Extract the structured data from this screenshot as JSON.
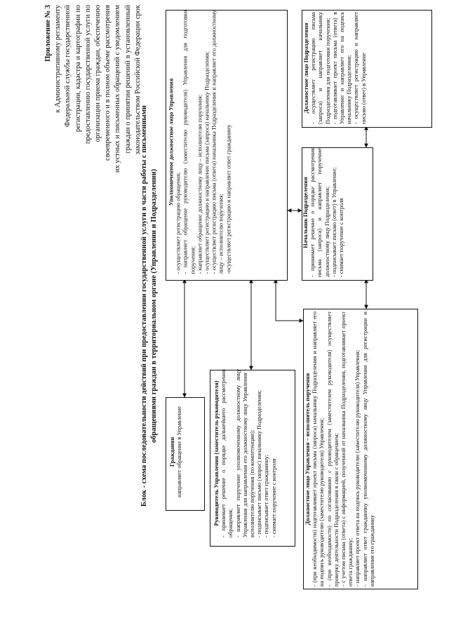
{
  "appendix": {
    "number": "Приложение № 3",
    "lines": [
      "к Административному регламенту",
      "Федеральной службы государственной",
      "регистрации, кадастра и картографии по",
      "предоставлению государственной услуги по",
      "организации приема граждан, обеспечению",
      "своевременного и в полном объеме рассмотрения",
      "их устных и письменных обращений с уведомлением",
      "граждан о принятии решений в установленный",
      "законодательством Российской Федерации срок"
    ]
  },
  "heading": [
    "Блок - схема последовательности действий при предоставлении государственной услуги в части работы с письменными",
    "обращениями граждан в территориальном органе (Управлении и Подразделении)"
  ],
  "boxes": {
    "citizen": {
      "title": "Гражданин",
      "lines": [
        "направляет обращение в Управление"
      ]
    },
    "head_of_department": {
      "title": "Руководитель Управления (заместитель руководителя)",
      "lines": [
        "- принимает решение о порядке дальнейшего рассмотрения обращения;",
        "- направляет поручение уполномоченному должностному лицу Управления для направления его должностному лицу Управления - исполнителю поручения (по компетенции);",
        "- подписывает письмо (запрос) начальнику Подразделения;",
        "- подписывает ответ гражданину;",
        "- снимает поручение с контроля"
      ]
    },
    "authorized_official": {
      "title": "Уполномоченное должностное лицо Управления",
      "lines": [
        "- осуществляет регистрацию обращения;",
        "- направляет обращение руководителю (заместителю руководителя) Управления для подготовки поручения;",
        "- направляет обращение должностному лицу – исполнителю поручения;",
        "- осуществляет регистрацию и направление письма (запроса) начальнику Подразделения;",
        "- осуществляет регистрацию письма (ответа) начальника Подразделения и направляет его должностному лицу – исполнителю поручения;",
        "-осуществляет регистрацию и направляет ответ гражданину"
      ]
    },
    "executor_official": {
      "title": "Должностное лицо Управления – исполнитель поручения",
      "lines": [
        "- (при необходимости) подготавливает проект письма (запроса) начальнику Подразделения и направляет его на подпись руководителю (заместителю руководителя) Управления;",
        "- (при необходимости) по согласованию с руководителем (заместителем руководителя) осуществляет проверку деятельности Подразделения в связи с обращением;",
        "- с учетом письма (ответа) с информацией, полученной от начальника Подразделения, подготавливает проект ответа гражданину;",
        "- направляет проект ответа на подпись руководителю (заместителю руководителя) Управления;",
        "- направляет ответ гражданину уполномоченному должностному лицу Управления для регистрации и направления его гражданину"
      ]
    },
    "head_of_subdivision": {
      "title": "Начальник Подразделения",
      "lines": [
        "- принимает решение о порядке рассмотрения письма (запроса) и направляет поручение должностному лицу Подразделения;",
        "- подписывает письмо (ответ) в Управление;",
        "- снимает поручение с контроля"
      ]
    },
    "subdivision_official": {
      "title": "Должностное лицо Подразделения",
      "lines": [
        "- осуществляет регистрацию письма (запроса) и направляет начальнику Подразделения для подготовки поручения;",
        "- подготавливает проект письма (ответа) в Управление и направляет его на подпись начальнику Подразделения;",
        "- осуществляет регистрацию и направляет письмо (ответ) в Управление"
      ]
    }
  }
}
